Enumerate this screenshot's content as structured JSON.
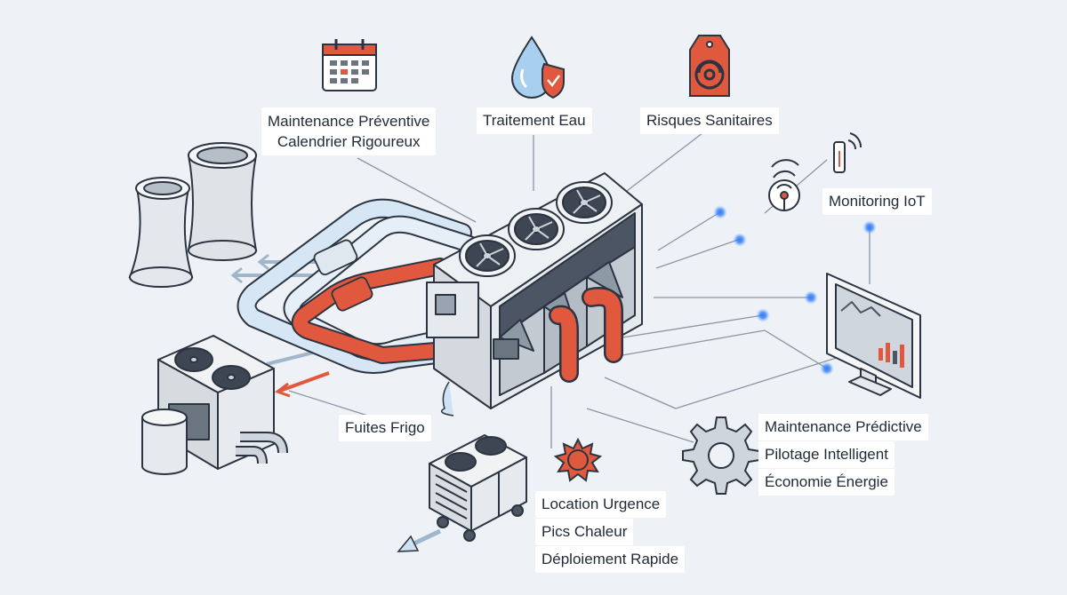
{
  "labels": {
    "maintenance_preventive": [
      "Maintenance Préventive",
      "Calendrier Rigoureux"
    ],
    "traitement_eau": "Traitement Eau",
    "risques_sanitaires": "Risques Sanitaires",
    "monitoring_iot": "Monitoring IoT",
    "fuites_frigo": "Fuites Frigo",
    "predictive": [
      "Maintenance Prédictive",
      "Pilotage Intelligent",
      "Économie Énergie"
    ],
    "location": [
      "Location Urgence",
      "Pics Chaleur",
      "Déploiement Rapide"
    ]
  },
  "colors": {
    "background": "#eef2f6",
    "outline": "#2b3440",
    "accent_red": "#e0593e",
    "pipe_blue": "#d6e6f4",
    "iot_blue": "#3b82f6",
    "connector": "#8a96a3"
  },
  "icons": [
    "calendar-icon",
    "water-drop-shield-icon",
    "biohazard-tag-icon",
    "wifi-sensor-icon",
    "monitor-chart-icon",
    "gear-icon",
    "sun-icon"
  ]
}
